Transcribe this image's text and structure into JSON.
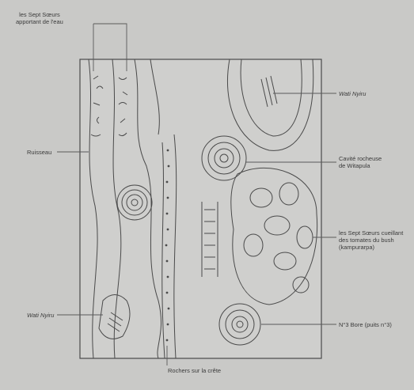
{
  "labels": {
    "sept_soeurs_eau_1": "les Sept Sœurs",
    "sept_soeurs_eau_2": "apportant de l'eau",
    "ruisseau": "Ruisseau",
    "wati_nyiru_left": "Wati Nyiru",
    "wati_nyiru_right": "Wati Nyiru",
    "cavite_1": "Cavité rocheuse",
    "cavite_2": "de Witapula",
    "cueillant_1": "les Sept Sœurs cueillant",
    "cueillant_2": "des tomates du bush",
    "cueillant_3": "(kampurarpa)",
    "bore": "N°3 Bore (puits n°3)",
    "rochers": "Rochers sur la crête"
  },
  "colors": {
    "background": "#c9c9c7",
    "line": "#4a4a4a",
    "leader": "#5a5a5a"
  }
}
